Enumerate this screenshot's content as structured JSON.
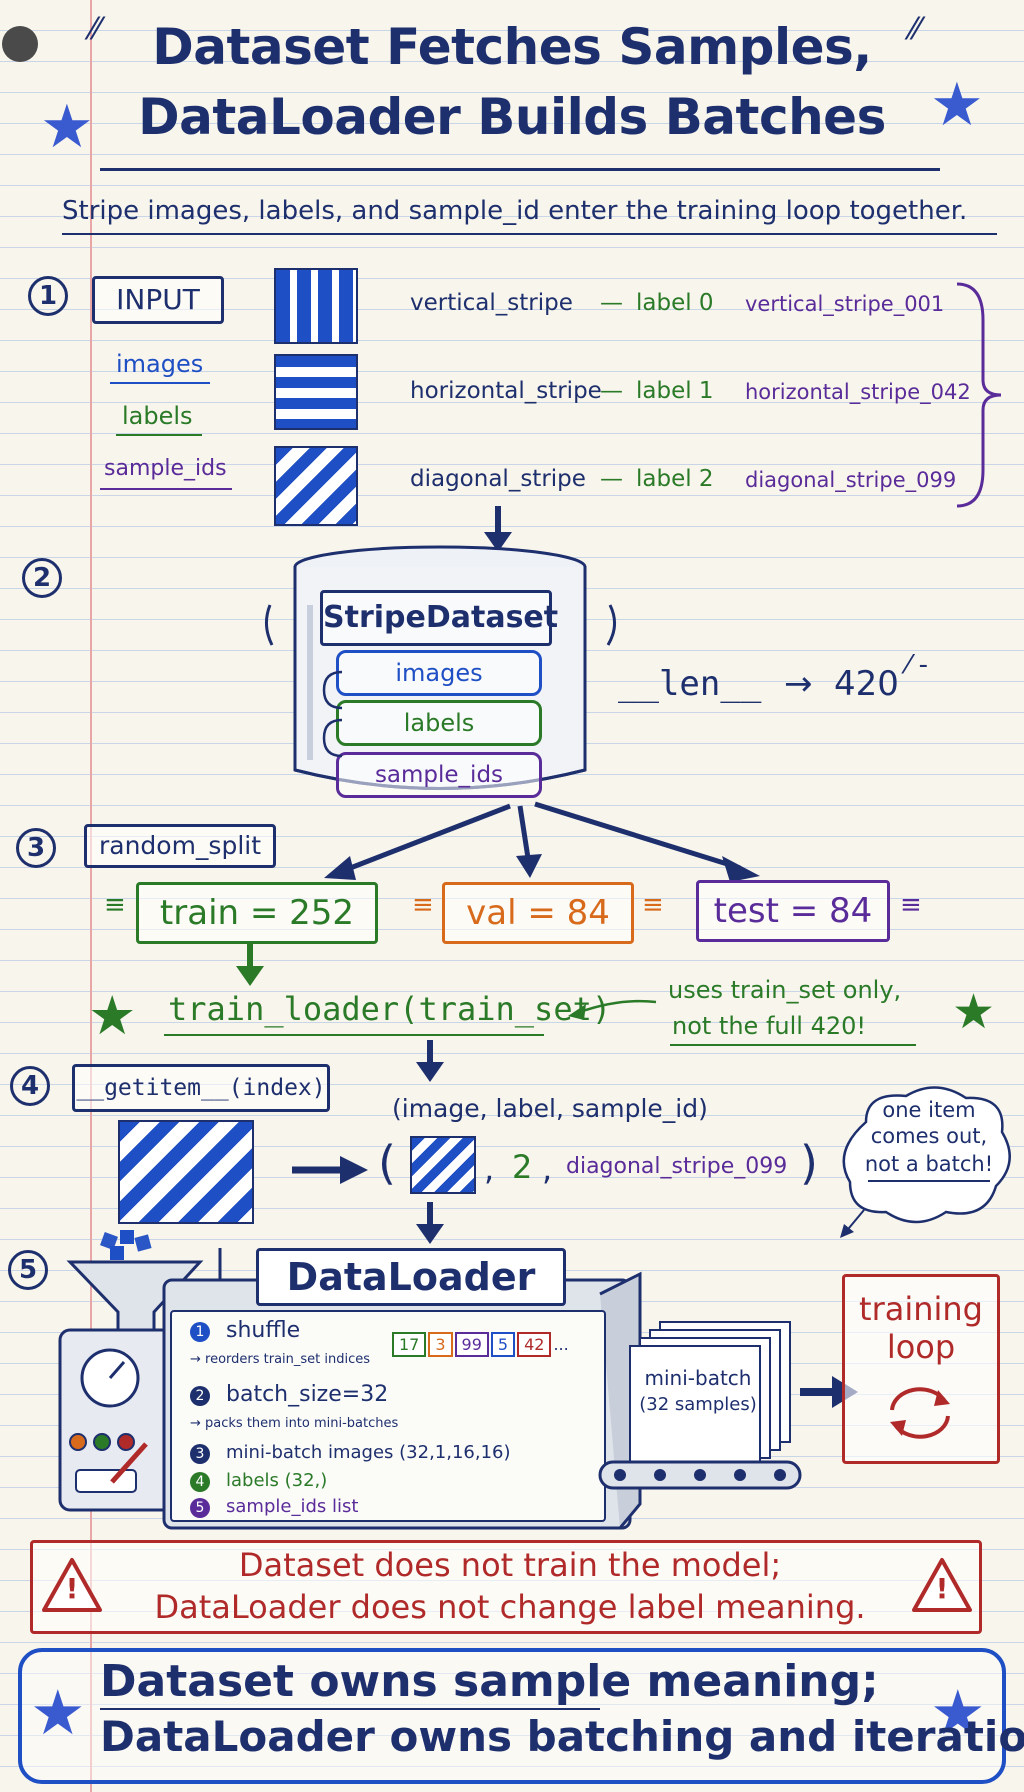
{
  "title": {
    "line1": "Dataset Fetches Samples,",
    "line2": "DataLoader Builds Batches"
  },
  "subtitle": "Stripe images, labels, and sample_id enter the training loop together.",
  "steps": [
    "1",
    "2",
    "3",
    "4",
    "5"
  ],
  "input": {
    "label": "INPUT",
    "fields": [
      "images",
      "labels",
      "sample_ids"
    ],
    "samples": [
      {
        "name": "vertical_stripe",
        "label": "label 0",
        "id": "vertical_stripe_001"
      },
      {
        "name": "horizontal_stripe",
        "label": "label 1",
        "id": "horizontal_stripe_042"
      },
      {
        "name": "diagonal_stripe",
        "label": "label 2",
        "id": "diagonal_stripe_099"
      }
    ],
    "dash": "—"
  },
  "dataset": {
    "name": "StripeDataset",
    "fields": [
      "images",
      "labels",
      "sample_ids"
    ],
    "len_label": "__len__",
    "len_value": "420",
    "arrow": "→"
  },
  "split": {
    "label": "random_split",
    "train": "train = 252",
    "val": "val = 84",
    "test": "test = 84"
  },
  "loader_call": "train_loader(train_set)",
  "loader_note": {
    "line1": "uses train_set only,",
    "line2": "not the full 420!"
  },
  "getitem": {
    "label": "__getitem__(index)",
    "tuple_header": "(image, label, sample_id)",
    "open_paren": "(",
    "comma": ",",
    "label_value": "2",
    "sample_id": "diagonal_stripe_099",
    "close_paren": ")"
  },
  "bubble": {
    "line1": "one item",
    "line2": "comes out,",
    "line3": "not a batch!"
  },
  "dataloader": {
    "name": "DataLoader",
    "items": [
      {
        "num": "1",
        "text": "shuffle",
        "sub": "→ reorders train_set indices"
      },
      {
        "num": "2",
        "text": "batch_size=32",
        "sub": "→ packs them into mini-batches"
      },
      {
        "num": "3",
        "text": "mini-batch images (32,1,16,16)",
        "sub": ""
      },
      {
        "num": "4",
        "text": "labels (32,)",
        "sub": ""
      },
      {
        "num": "5",
        "text": "sample_ids list",
        "sub": ""
      }
    ],
    "indices": [
      "17",
      "3",
      "99",
      "5",
      "42"
    ],
    "ellipsis": "...",
    "minibatch": {
      "line1": "mini-batch",
      "line2": "(32 samples)"
    }
  },
  "training_loop": {
    "line1": "training",
    "line2": "loop"
  },
  "warning": {
    "line1": "Dataset does not train the model;",
    "line2": "DataLoader does not change label meaning.",
    "icon": "!"
  },
  "summary": {
    "line1": "Dataset owns sample meaning;",
    "line2": "DataLoader owns batching and iteration."
  },
  "colors": {
    "navy": "#1e2f6e",
    "blue": "#1f4fc4",
    "green": "#2a7a28",
    "purple": "#5a2c9a",
    "orange": "#d86a1c",
    "red": "#b02a2a"
  }
}
